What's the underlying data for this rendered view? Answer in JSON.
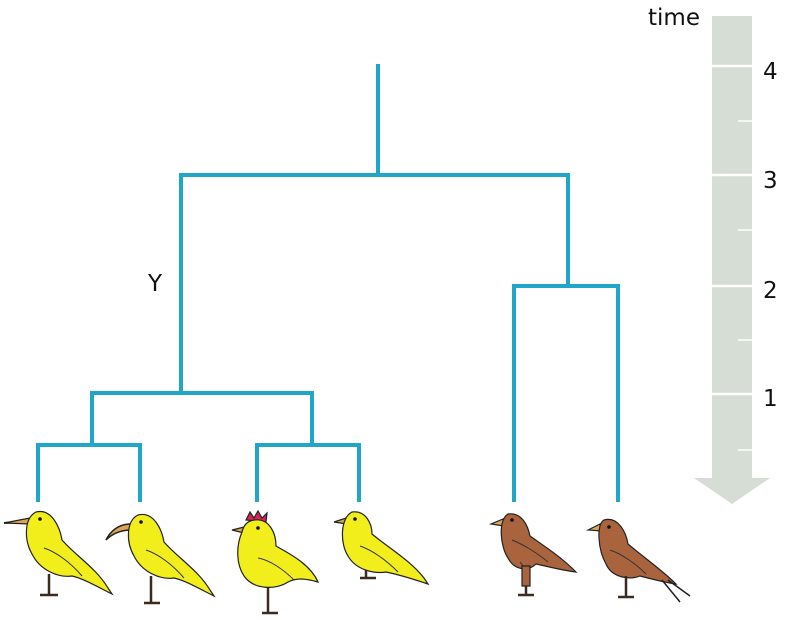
{
  "time_axis": {
    "title": "time",
    "ticks": [
      "1",
      "2",
      "3",
      "4"
    ]
  },
  "tree": {
    "node_label": "Y"
  },
  "colors": {
    "branch": "#1fa6c8",
    "time_arrow": "#d6ddd4",
    "yellow_bird": "#f2ee1c",
    "brown_bird": "#a9643e",
    "crest": "#d2235a",
    "leg": "#3a2a20",
    "beak": "#d9a556"
  },
  "species": [
    {
      "name": "long-beak-yellow-bird"
    },
    {
      "name": "curved-beak-yellow-bird"
    },
    {
      "name": "crested-yellow-bird"
    },
    {
      "name": "small-yellow-bird"
    },
    {
      "name": "brown-bird-feathered-legs"
    },
    {
      "name": "brown-bird-forked-tail"
    }
  ]
}
